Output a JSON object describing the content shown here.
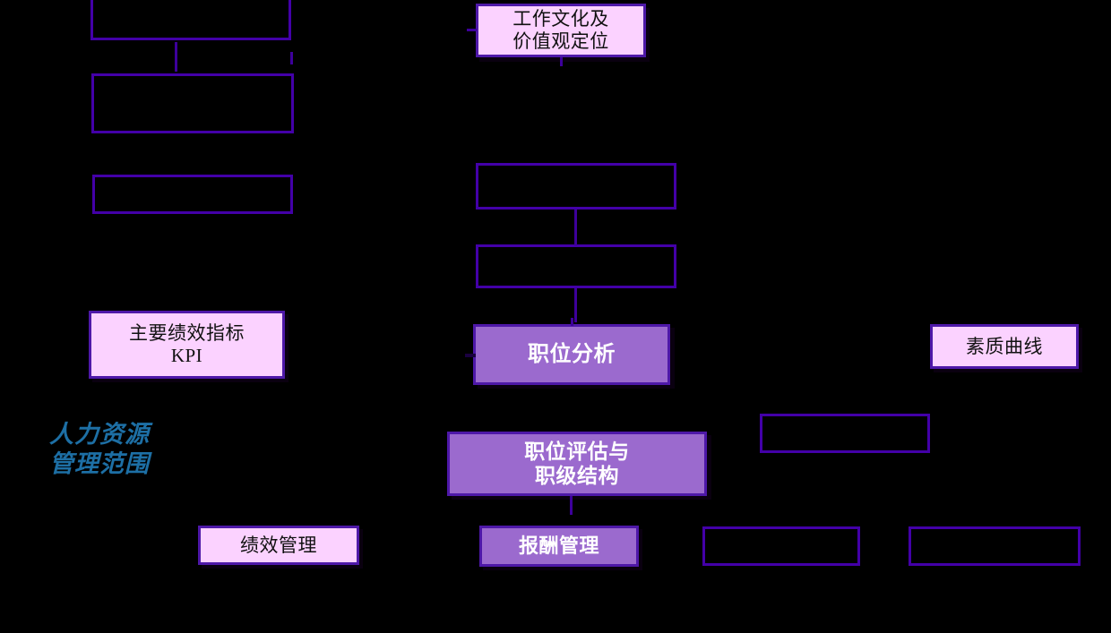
{
  "diagram": {
    "title_text": "人力资源\n管理范围",
    "colors": {
      "background": "#000000",
      "box_border": "#4E18A8",
      "outline_border": "#4300A8",
      "pink_fill": "#FBD2FF",
      "violet_fill": "#9B6ACE",
      "violet_text": "#FFFFFF",
      "pink_text": "#111111",
      "free_text": "#1D6FA5"
    },
    "nodes": [
      {
        "id": "box-top-left-1",
        "label": "",
        "style": "empty"
      },
      {
        "id": "box-top-left-2",
        "label": "",
        "style": "empty"
      },
      {
        "id": "box-top-left-3",
        "label": "",
        "style": "empty"
      },
      {
        "id": "box-work-culture",
        "label": "工作文化及\n价值观定位",
        "style": "pink"
      },
      {
        "id": "box-mid-1",
        "label": "",
        "style": "empty"
      },
      {
        "id": "box-mid-2",
        "label": "",
        "style": "empty"
      },
      {
        "id": "box-kpi",
        "label": "主要绩效指标\nKPI",
        "style": "pink"
      },
      {
        "id": "box-job-analysis",
        "label": "职位分析",
        "style": "violet"
      },
      {
        "id": "box-competency",
        "label": "素质曲线",
        "style": "pink"
      },
      {
        "id": "box-right-mid",
        "label": "",
        "style": "empty"
      },
      {
        "id": "box-job-evaluation",
        "label": "职位评估与\n职级结构",
        "style": "violet"
      },
      {
        "id": "box-performance-mgmt",
        "label": "绩效管理",
        "style": "pink"
      },
      {
        "id": "box-compensation",
        "label": "报酬管理",
        "style": "violet"
      },
      {
        "id": "box-bottom-right-1",
        "label": "",
        "style": "empty"
      },
      {
        "id": "box-bottom-right-2",
        "label": "",
        "style": "empty"
      }
    ]
  }
}
